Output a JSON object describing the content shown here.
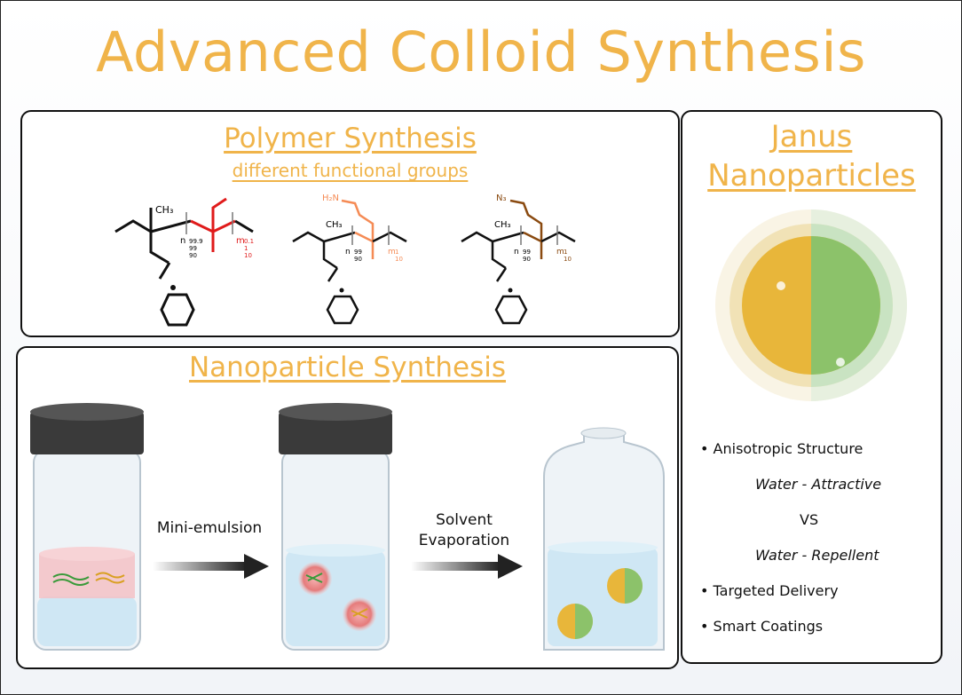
{
  "title": "Advanced Colloid Synthesis",
  "polymer_panel": {
    "title": "Polymer Synthesis",
    "subtitle": "different functional groups",
    "structures": [
      {
        "color": "#e01b1b",
        "functional_label": "",
        "n_values": [
          "99.9",
          "99",
          "90"
        ],
        "m_values": [
          "0.1",
          "1",
          "10"
        ]
      },
      {
        "color": "#f58b55",
        "functional_label": "H₂N",
        "n_values": [
          "99",
          "90"
        ],
        "m_values": [
          "1",
          "10"
        ]
      },
      {
        "color": "#8a4a10",
        "functional_label": "N₃",
        "n_values": [
          "99",
          "90"
        ],
        "m_values": [
          "1",
          "10"
        ]
      }
    ],
    "methyl_label": "CH₃",
    "n_label": "n",
    "m_label": "m"
  },
  "nano_panel": {
    "title": "Nanoparticle Synthesis",
    "step1_label": "Mini-emulsion",
    "step2_label_line1": "Solvent",
    "step2_label_line2": "Evaporation"
  },
  "janus_panel": {
    "title_line1": "Janus",
    "title_line2": "Nanoparticles",
    "bullets": [
      "Anisotropic Structure",
      "Targeted Delivery",
      "Smart Coatings"
    ],
    "sub_items": [
      "Water - Attractive",
      "VS",
      "Water - Repellent"
    ],
    "colors": {
      "yellow": "#e8b63a",
      "green": "#8cc26a"
    }
  },
  "colors": {
    "accent": "#f0b44a",
    "liquid": "#cfe7f4",
    "cap": "#3a3a3a"
  }
}
